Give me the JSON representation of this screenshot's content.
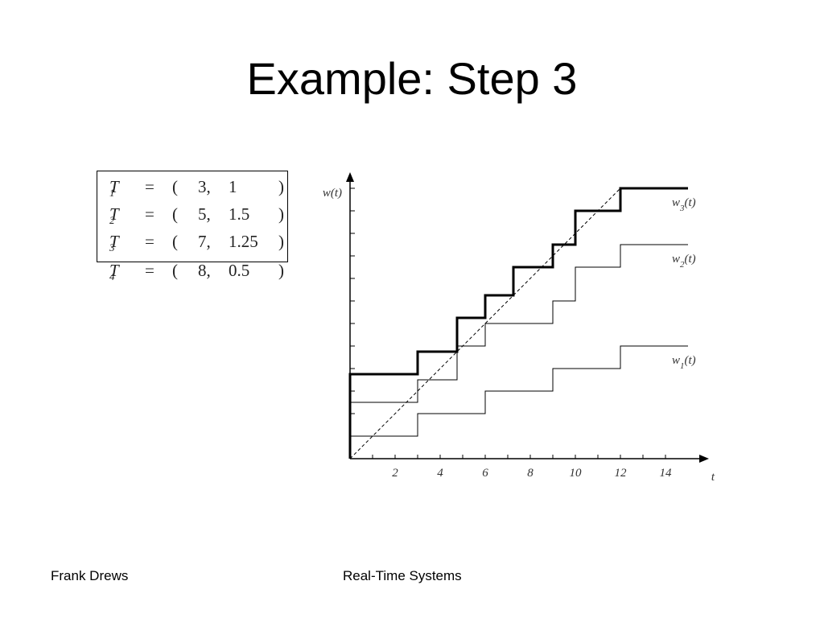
{
  "slide": {
    "title": "Example: Step 3"
  },
  "tasks": [
    {
      "name": "T",
      "sub": "1",
      "eq": "=",
      "open": "(",
      "period": "3,",
      "exec": "1",
      "close": ")"
    },
    {
      "name": "T",
      "sub": "2",
      "eq": "=",
      "open": "(",
      "period": "5,",
      "exec": "1.5",
      "close": ")"
    },
    {
      "name": "T",
      "sub": "3",
      "eq": "=",
      "open": "(",
      "period": "7,",
      "exec": "1.25",
      "close": ")"
    },
    {
      "name": "T",
      "sub": "4",
      "eq": "=",
      "open": "(",
      "period": "8,",
      "exec": "0.5",
      "close": ")"
    }
  ],
  "footer": {
    "author": "Frank Drews",
    "course": "Real-Time Systems"
  },
  "chart_data": {
    "type": "line",
    "title": "",
    "xlabel": "t",
    "ylabel": "w(t)",
    "xlim": [
      0,
      15
    ],
    "ylim": [
      0,
      12
    ],
    "x_ticks": [
      "2",
      "4",
      "6",
      "8",
      "10",
      "12",
      "14"
    ],
    "x_tick_values": [
      2,
      4,
      6,
      8,
      10,
      12,
      14
    ],
    "grid": false,
    "series": [
      {
        "name": "w1(t)",
        "step": true,
        "x": [
          0,
          3,
          3,
          6,
          6,
          9,
          9,
          12,
          12,
          15
        ],
        "y": [
          1,
          1,
          2,
          2,
          3,
          3,
          4,
          4,
          5,
          5
        ]
      },
      {
        "name": "w2(t)",
        "step": true,
        "x": [
          0,
          3,
          3,
          4.75,
          4.75,
          6,
          6,
          9,
          9,
          10,
          10,
          12,
          12,
          15
        ],
        "y": [
          2.5,
          2.5,
          3.5,
          3.5,
          5,
          5,
          6,
          6,
          7,
          7,
          8.5,
          8.5,
          9.5,
          9.5
        ]
      },
      {
        "name": "w3(t)",
        "step": true,
        "bold": true,
        "x": [
          0,
          0,
          3,
          3,
          4.75,
          4.75,
          6,
          6,
          7.25,
          7.25,
          9,
          9,
          10,
          10,
          12,
          12,
          15
        ],
        "y": [
          0,
          3.75,
          3.75,
          4.75,
          4.75,
          6.25,
          6.25,
          7.25,
          7.25,
          8.5,
          8.5,
          9.5,
          9.5,
          11,
          11,
          12,
          12
        ]
      },
      {
        "name": "",
        "dashed": true,
        "x": [
          0,
          12
        ],
        "y": [
          0,
          12
        ]
      }
    ]
  }
}
